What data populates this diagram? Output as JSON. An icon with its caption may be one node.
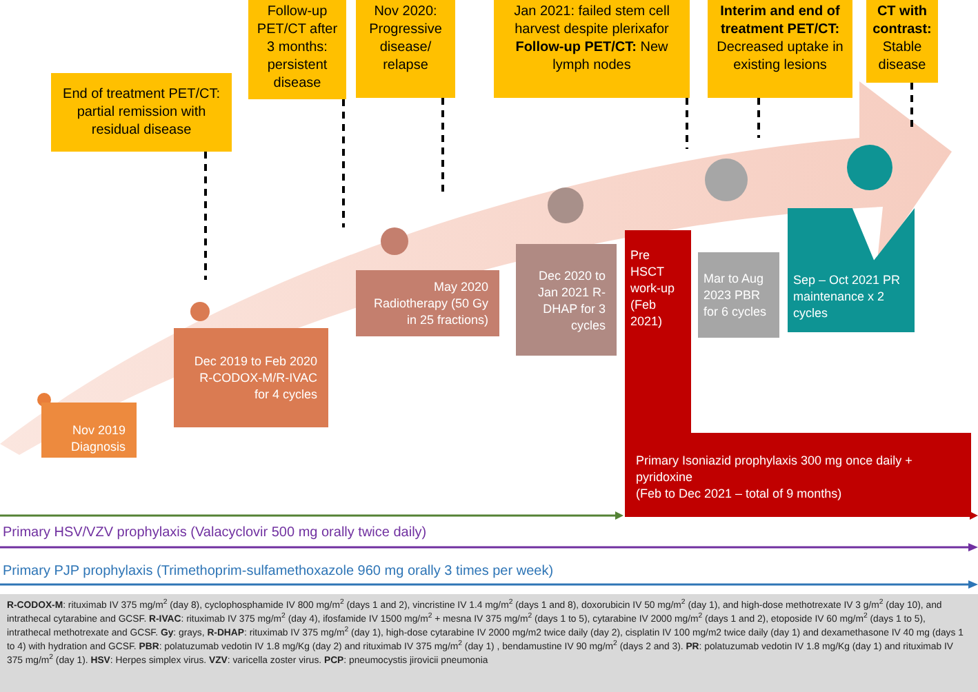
{
  "diagram": {
    "nodes": [
      {
        "text": [
          "End of treatment PET/CT: partial remission with residual disease"
        ]
      },
      {
        "text": [
          "Follow-up PET/CT after 3 months: persistent disease"
        ]
      },
      {
        "text": [
          "Nov 2020: Progressive disease/ relapse"
        ]
      },
      {
        "text": [
          "Jan 2021: failed stem cell harvest despite plerixafor",
          "**Follow-up PET/CT:** New lymph nodes"
        ]
      },
      {
        "text": [
          "**Interim and end of treatment PET/CT:** Decreased uptake in existing lesions"
        ]
      },
      {
        "text": [
          "**CT with contrast:** Stable disease"
        ]
      },
      {
        "text": [],
        "shape": "circle"
      },
      {
        "text": [],
        "shape": "circle"
      },
      {
        "text": [],
        "shape": "circle"
      },
      {
        "text": [],
        "shape": "circle"
      },
      {
        "text": [],
        "shape": "circle"
      },
      {
        "text": [],
        "shape": "circle"
      },
      {
        "text": [
          "Nov 2019 Diagnosis"
        ]
      },
      {
        "text": [
          "Dec 2019 to Feb 2020 R-CODOX-M/R-IVAC for 4 cycles"
        ]
      },
      {
        "text": [
          "May 2020 Radiotherapy (50 Gy in 25 fractions)"
        ]
      },
      {
        "text": [
          "Dec 2020 to Jan 2021 R-DHAP for 3 cycles"
        ]
      },
      {
        "text": [
          "Pre HSCT work-up (Feb 2021)"
        ]
      },
      {
        "text": [
          "Mar to Aug 2023 PBR for 6 cycles"
        ]
      },
      {
        "text": [
          "Sep – Oct 2021 PR maintenance x 2 cycles"
        ]
      },
      {
        "text": [
          "Primary Isoniazid prophylaxis 300 mg once daily + pyridoxine",
          "(Feb to Dec 2021 – total of 9 months)"
        ]
      }
    ],
    "edges": [
      {
        "from": 0,
        "to": null,
        "arrow": "none",
        "style": "dashed"
      },
      {
        "from": 1,
        "to": null,
        "arrow": "none",
        "style": "dashed"
      },
      {
        "from": 2,
        "to": null,
        "arrow": "none",
        "style": "dashed"
      },
      {
        "from": 3,
        "to": null,
        "arrow": "none",
        "style": "dashed"
      },
      {
        "from": 4,
        "to": null,
        "arrow": "none",
        "style": "dashed"
      },
      {
        "from": 5,
        "to": null,
        "arrow": "none",
        "style": "dashed"
      }
    ],
    "labels": [
      "Primary HSV/VZV prophylaxis (Valacyclovir 500 mg orally twice daily)",
      "Primary PJP prophylaxis (Trimethoprim-sulfamethoxazole 960 mg orally 3 times per week)",
      "**R-CODOX-M**: rituximab IV 375 mg/m$^{2}$ (day 8), cyclophosphamide IV 800 mg/m$^{2}$ (days 1 and 2), vincristine IV 1.4 mg/m$^{2}$ (days 1 and 8), doxorubicin IV 50 mg/m$^{2}$ (day 1), and high-dose methotrexate IV 3 g/m$^{2}$ (day 10), and intrathecal cytarabine and GCSF. **R-IVAC**: rituximab IV 375 mg/m$^{2}$ (day 4), ifosfamide IV 1500 mg/m$^{2}$ + mesna IV 375 mg/m$^{2}$ (days 1 to 5), cytarabine IV 2000 mg/m$^{2}$ (days 1 and 2), etoposide IV 60 mg/m$^{2}$ (days 1 to 5), intrathecal methotrexate and GCSF. **Gy**: grays, **R-DHAP**: rituximab IV 375 mg/m$^{2}$ (day 1), high-dose cytarabine IV 2000 mg/m2 twice daily (day 2), cisplatin IV 100 mg/m2 twice daily (day 1) and dexamethasone IV 40 mg (days 1 to 4) with hydration and GCSF. **PBR**: polatuzumab vedotin IV 1.8 mg/Kg (day 2) and rituximab IV 375 mg/m$^{2}$ (day 1) , bendamustine IV 90 mg/m$^{2}$ (days 2 and 3). **PR**: polatuzumab vedotin IV 1.8 mg/Kg (day 1) and rituximab IV 375 mg/m$^{2}$ (day 1). **HSV**: Herpes simplex virus. **VZV**: varicella zoster virus. **PCP**: pneumocystis jirovicii pneumonia"
    ]
  }
}
